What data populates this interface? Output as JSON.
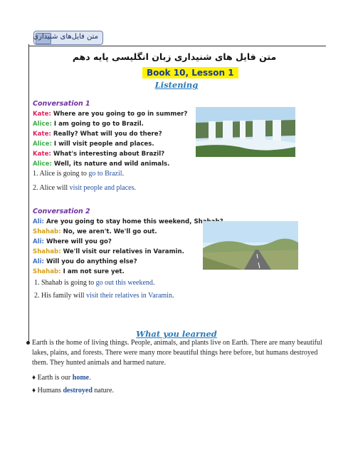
{
  "tab": {
    "label": "متن فایل‌های شنیداری"
  },
  "header": {
    "persian_title": "متن فایل های شنیداری زبان انگلیسی پایه دهم",
    "book": "Book 10, Lesson 1",
    "section": "Listening"
  },
  "conv1": {
    "title": "Conversation 1",
    "lines": [
      {
        "speaker": "Kate:",
        "text": "Where are you going to go in summer?"
      },
      {
        "speaker": "Alice:",
        "text": "I am going to go to Brazil."
      },
      {
        "speaker": "Kate:",
        "text": "Really? What will you do there?"
      },
      {
        "speaker": "Alice:",
        "text": "I will visit people and places."
      },
      {
        "speaker": "Kate:",
        "text": "What's interesting about Brazil?"
      },
      {
        "speaker": "Alice:",
        "text": "Well, its nature and wild animals."
      }
    ],
    "q1_prefix": "1. Alice is going to ",
    "q1_answer": "go to Brazil",
    "q1_suffix": ".",
    "q2_prefix": "2. Alice will ",
    "q2_answer": "visit people and places",
    "q2_suffix": "."
  },
  "conv2": {
    "title": "Conversation 2",
    "lines": [
      {
        "speaker": "Ali:",
        "text": "Are you going to stay home this weekend, Shahab?"
      },
      {
        "speaker": "Shahab:",
        "text": "No, we aren't. We'll go out."
      },
      {
        "speaker": "Ali:",
        "text": "Where will you go?"
      },
      {
        "speaker": "Shahab:",
        "text": "We'll visit our relatives in Varamin."
      },
      {
        "speaker": "Ali:",
        "text": "Will you do anything else?"
      },
      {
        "speaker": "Shahab:",
        "text": "I am not sure yet."
      }
    ],
    "q1_prefix": "1. Shahab is going to ",
    "q1_answer": "go out this weekend",
    "q1_suffix": ".",
    "q2_prefix": "2. His family will ",
    "q2_answer": "visit their relatives in Varamin",
    "q2_suffix": "."
  },
  "learned": {
    "title": "What you learned",
    "paragraph": "Earth is the home of living things. People, animals, and plants live on Earth. There are many beautiful lakes, plains, and forests. There were many more beautiful things here before, but humans destroyed them. They hunted animals and harmed nature.",
    "b1_prefix": "♦ Earth is our ",
    "b1_bold": "home",
    "b1_suffix": ".",
    "b2_prefix": "♦ Humans ",
    "b2_bold": "destroyed",
    "b2_suffix": " nature."
  },
  "colors": {
    "kate": "#e0245e",
    "alice": "#3fae49",
    "ali": "#4472c4",
    "shahab": "#d4a017",
    "heading": "#7030a0",
    "answer": "#1f4e9c",
    "highlight": "#fff200"
  },
  "images": {
    "img1": "waterfall-photo",
    "img2": "road-landscape-photo"
  }
}
